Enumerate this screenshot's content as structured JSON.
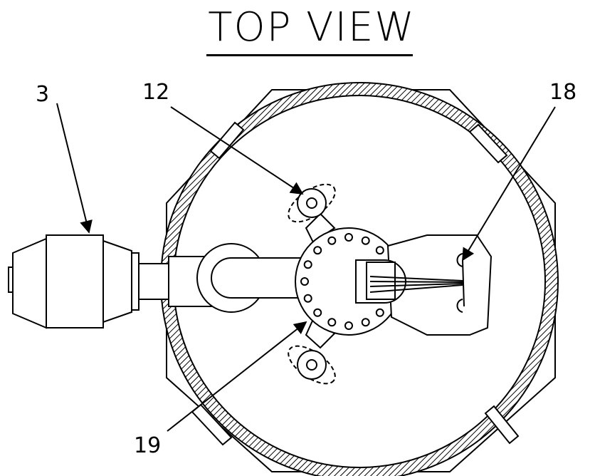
{
  "diagram": {
    "title": "TOP VIEW",
    "callouts": [
      {
        "id": "ref-3",
        "label": "3"
      },
      {
        "id": "ref-12",
        "label": "12"
      },
      {
        "id": "ref-18",
        "label": "18"
      },
      {
        "id": "ref-19",
        "label": "19"
      }
    ]
  },
  "colors": {
    "line": "#000000",
    "background": "#ffffff"
  }
}
